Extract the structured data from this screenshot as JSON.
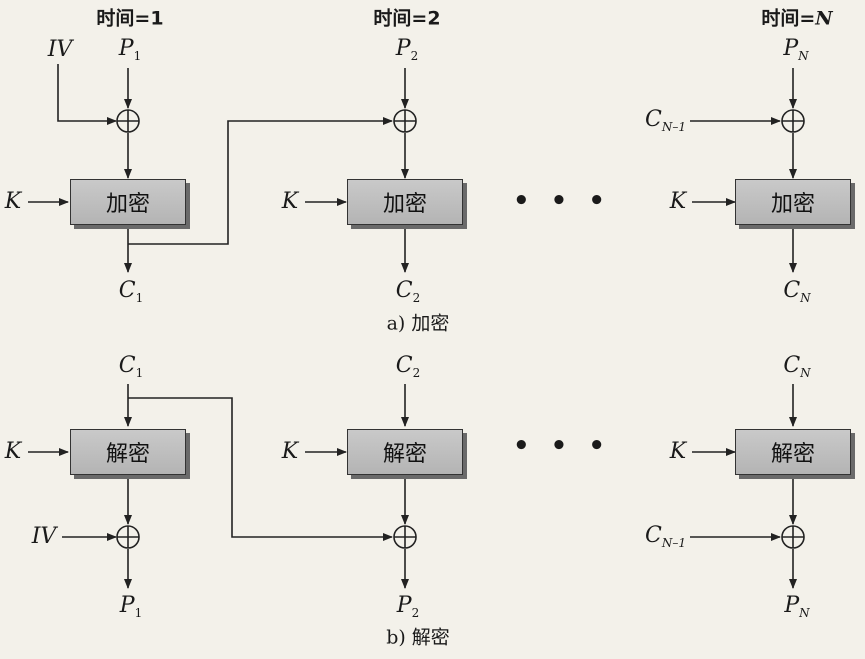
{
  "headers": {
    "time1": "时间=1",
    "time2": "时间=2",
    "timeN_prefix": "时间=",
    "timeN_var": "N"
  },
  "symbols": {
    "iv": "IV",
    "key": "K",
    "p": "P",
    "c": "C",
    "sub1": "1",
    "sub2": "2",
    "subN": "N",
    "subN1": "N–1"
  },
  "boxes": {
    "encrypt": "加密",
    "decrypt": "解密"
  },
  "captions": {
    "encrypt": "a) 加密",
    "decrypt": "b) 解密"
  },
  "ellipsis": "• • •"
}
